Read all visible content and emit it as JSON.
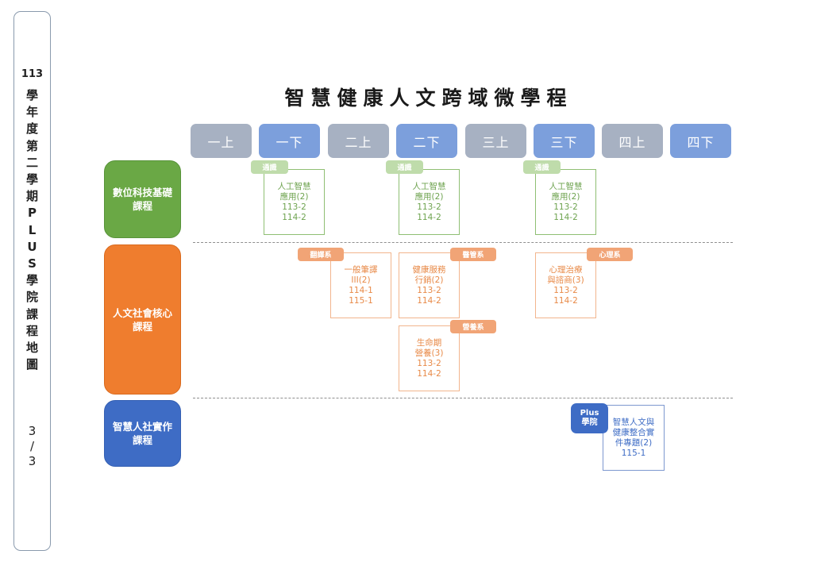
{
  "side_panel": {
    "year": "113",
    "chars": [
      "學",
      "年",
      "度",
      "第",
      "二",
      "學",
      "期",
      "P",
      "L",
      "U",
      "S",
      "學",
      "院",
      "課",
      "程",
      "地",
      "圖"
    ],
    "page_chars": [
      "3",
      "/",
      "3"
    ]
  },
  "title": "智慧健康人文跨域微學程",
  "semesters": [
    "一上",
    "一下",
    "二上",
    "二下",
    "三上",
    "三下",
    "四上",
    "四下"
  ],
  "categories": [
    {
      "label": "數位科技基礎課程",
      "color": "#6aa845"
    },
    {
      "label": "人文社會核心課程",
      "color": "#ef7d2e"
    },
    {
      "label": "智慧人社實作課程",
      "color": "#3e6cc5"
    }
  ],
  "courses": {
    "digital": [
      {
        "tag": "通識",
        "lines": [
          "人工智慧",
          "應用(2)",
          "113-2",
          "114-2"
        ],
        "semester": "一下"
      },
      {
        "tag": "通識",
        "lines": [
          "人工智慧",
          "應用(2)",
          "113-2",
          "114-2"
        ],
        "semester": "二下"
      },
      {
        "tag": "通識",
        "lines": [
          "人工智慧",
          "應用(2)",
          "113-2",
          "114-2"
        ],
        "semester": "三下"
      }
    ],
    "humanities": [
      {
        "tag": "翻譯系",
        "lines": [
          "一般筆譯",
          "III(2)",
          "114-1",
          "115-1"
        ],
        "semester": "一下/二上"
      },
      {
        "tag": "醫管系",
        "lines": [
          "健康服務",
          "行銷(2)",
          "113-2",
          "114-2"
        ],
        "semester": "二下"
      },
      {
        "tag": "營養系",
        "lines": [
          "生命期",
          "營養(3)",
          "113-2",
          "114-2"
        ],
        "semester": "二下"
      },
      {
        "tag": "心理系",
        "lines": [
          "心理治療",
          "與諮商(3)",
          "113-2",
          "114-2"
        ],
        "semester": "三下"
      }
    ],
    "practice": [
      {
        "tag_lines": [
          "Plus",
          "學院"
        ],
        "lines": [
          "智慧人文與",
          "健康整合實",
          "件專題(2)",
          "115-1"
        ],
        "semester": "三下/四上"
      }
    ]
  },
  "colors": {
    "semester_upper": "#a7b1c2",
    "semester_lower": "#7c9fdc",
    "green": "#6aa845",
    "orange": "#ef7d2e",
    "blue": "#3e6cc5"
  }
}
